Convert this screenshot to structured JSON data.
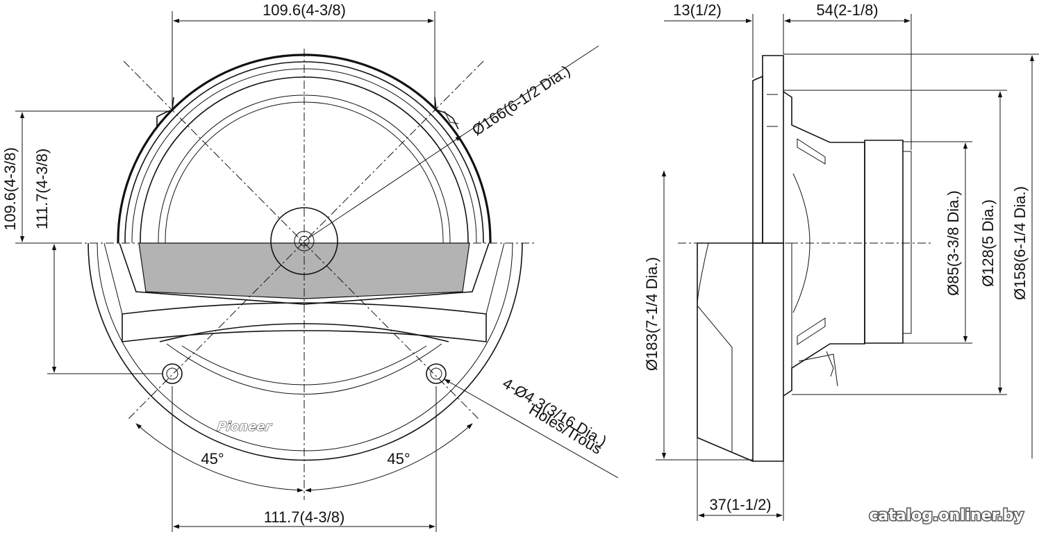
{
  "front_view": {
    "dim_top": "109.6(4-3/8)",
    "dim_bottom": "111.7(4-3/8)",
    "dim_left_outer": "109.6(4-3/8)",
    "dim_left_inner": "111.7(4-3/8)",
    "dim_diameter": "Ø166(6-1/2 Dia.)",
    "holes_line1": "4-Ø4.3(3/16 Dia.)",
    "holes_line2": "Holes/Trous",
    "angle_left": "45°",
    "angle_right": "45°",
    "brand_logo": "Pioneer"
  },
  "side_view": {
    "dim_top_left": "13(1/2)",
    "dim_top_right": "54(2-1/8)",
    "dim_bottom": "37(1-1/2)",
    "dia_183": "Ø183(7-1/4 Dia.)",
    "dia_85": "Ø85(3-3/8 Dia.)",
    "dia_128": "Ø128(5 Dia.)",
    "dia_158": "Ø158(6-1/4 Dia.)"
  },
  "watermark": "catalog.onliner.by",
  "colors": {
    "line": "#111111",
    "grille_fill": "#b3b3b3",
    "shade": "#d9d9d9",
    "background": "#ffffff"
  }
}
